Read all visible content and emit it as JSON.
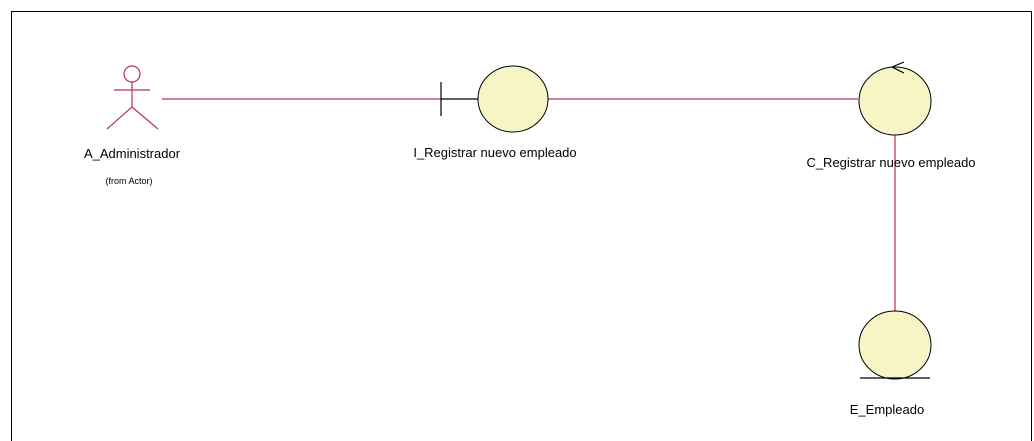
{
  "colors": {
    "line": "#b5335a",
    "shape_fill": "#f7f5c6",
    "shape_stroke": "#000000",
    "actor_stroke": "#b5335a"
  },
  "actor": {
    "icon": "actor-stick-figure-icon",
    "name": "A_Administrador",
    "from": "(from Actor)"
  },
  "boundary": {
    "icon": "boundary-icon",
    "name": "I_Registrar nuevo empleado"
  },
  "control": {
    "icon": "control-icon",
    "name": "C_Registrar nuevo empleado"
  },
  "entity": {
    "icon": "entity-icon",
    "name": "E_Empleado"
  }
}
